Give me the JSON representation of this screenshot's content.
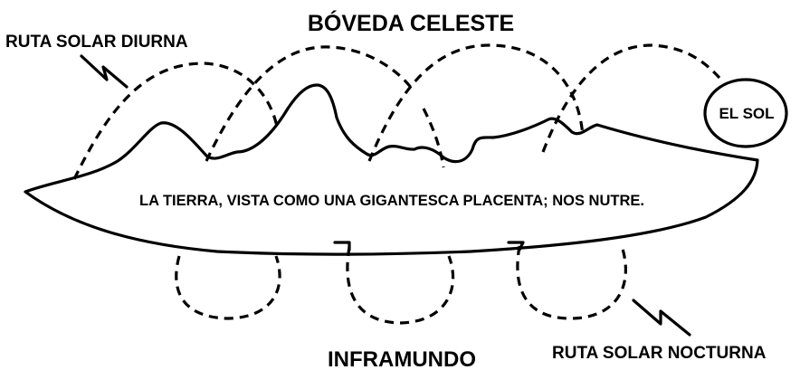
{
  "diagram": {
    "title": "BÓVEDA CELESTE",
    "day_path_label": "RUTA SOLAR DIURNA",
    "night_path_label": "RUTA SOLAR NOCTURNA",
    "underworld_label": "INFRAMUNDO",
    "sun_label": "EL SOL",
    "earth_caption": "LA TIERRA, VISTA COMO UNA GIGANTESCA PLACENTA; NOS NUTRE."
  }
}
